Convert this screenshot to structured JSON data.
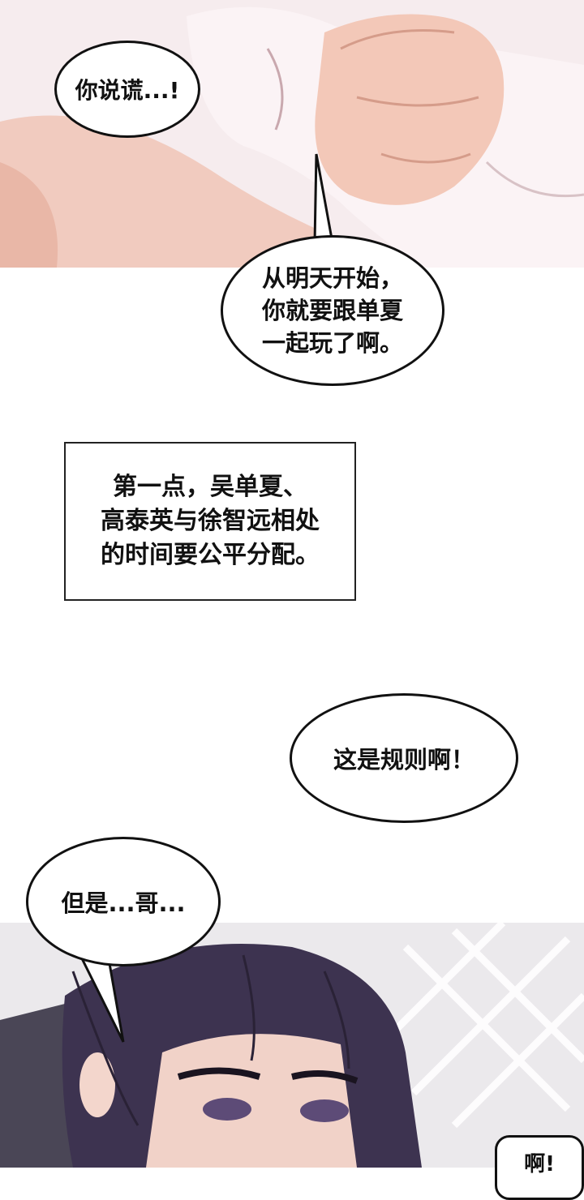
{
  "bubbles": {
    "liar": "你说谎...!",
    "from_tomorrow": [
      "从明天开始，",
      "你就要跟单夏",
      "一起玩了啊。"
    ],
    "rule": "这是规则啊！",
    "but_brother": "但是...哥...",
    "ah": "啊!"
  },
  "narration": [
    "第一点，吴单夏、",
    "高泰英与徐智远相处",
    "的时间要公平分配。"
  ],
  "colors": {
    "skin": "#f4cfc2",
    "skin_shadow": "#e6a996",
    "shirt": "#f7e9ec",
    "hair": "#3d3350",
    "bg_bottom": "#e9e7ea",
    "ink": "#111111"
  }
}
